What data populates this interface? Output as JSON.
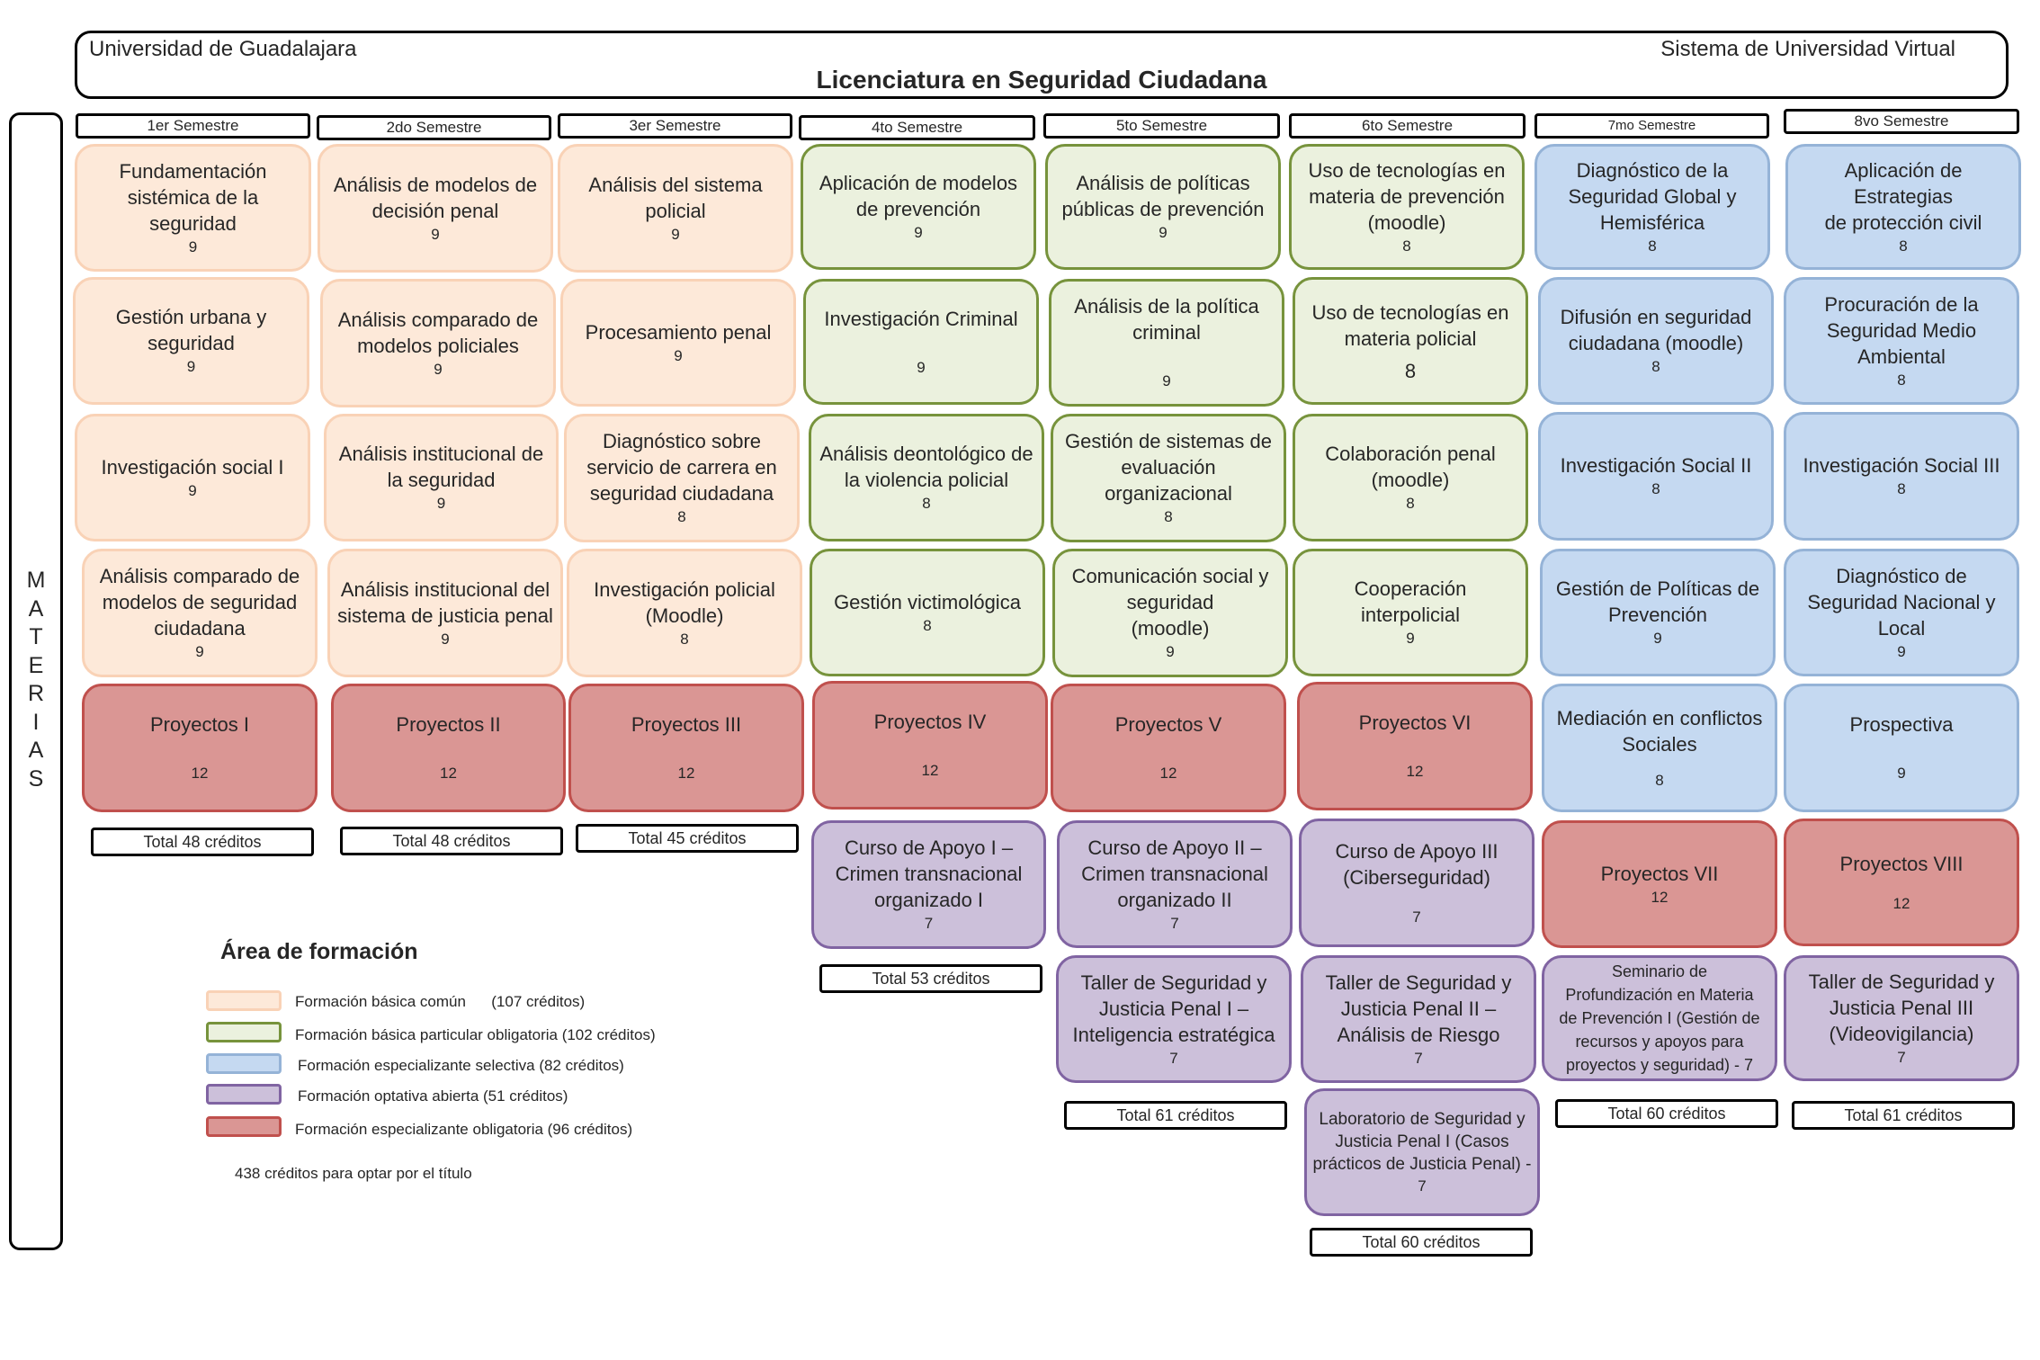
{
  "header": {
    "university": "Universidad de Guadalajara",
    "system": "Sistema de Universidad Virtual",
    "title": "Licenciatura en Seguridad Ciudadana"
  },
  "side_label": "M\nA\nT\nE\nR\nI\nA\nS",
  "colors": {
    "basica": "#fde9d9",
    "particular": "#ebf1de",
    "selectiva": "#c5d9f1",
    "optativa": "#ccc0da",
    "obligatoria": "#da9694"
  },
  "semesters": [
    "1er Semestre",
    "2do Semestre",
    "3er Semestre",
    "4to Semestre",
    "5to Semestre",
    "6to Semestre",
    "7mo Semestre",
    "8vo Semestre"
  ],
  "courses": [
    {
      "name": "Fundamentación\nsistémica de la\nseguridad",
      "credits": "9",
      "area": "basica"
    },
    {
      "name": "Gestión urbana y\nseguridad",
      "credits": "9",
      "area": "basica"
    },
    {
      "name": "Investigación social I",
      "credits": "9",
      "area": "basica"
    },
    {
      "name": "Análisis comparado de\nmodelos de seguridad\nciudadana",
      "credits": "9",
      "area": "basica"
    },
    {
      "name": "Proyectos  I",
      "credits": "12",
      "area": "obligatoria"
    },
    {
      "name": "Análisis de modelos de\ndecisión penal",
      "credits": "9",
      "area": "basica"
    },
    {
      "name": "Análisis comparado de\nmodelos policiales",
      "credits": "9",
      "area": "basica"
    },
    {
      "name": "Análisis institucional de\nla seguridad",
      "credits": "9",
      "area": "basica"
    },
    {
      "name": "Análisis institucional del\nsistema de justicia penal",
      "credits": "9",
      "area": "basica"
    },
    {
      "name": "Proyectos  II",
      "credits": "12",
      "area": "obligatoria"
    },
    {
      "name": "Análisis del sistema\npolicial",
      "credits": "9",
      "area": "basica"
    },
    {
      "name": "Procesamiento penal",
      "credits": "9",
      "area": "basica"
    },
    {
      "name": "Diagnóstico sobre\nservicio de carrera en\nseguridad ciudadana",
      "credits": "8",
      "area": "basica"
    },
    {
      "name": "Investigación policial\n(Moodle)",
      "credits": "8",
      "area": "basica"
    },
    {
      "name": "Proyectos  III",
      "credits": "12",
      "area": "obligatoria"
    },
    {
      "name": "Aplicación de modelos\nde prevención",
      "credits": "9",
      "area": "particular"
    },
    {
      "name": "Investigación Criminal",
      "credits": "9",
      "area": "particular"
    },
    {
      "name": "Análisis deontológico de\nla violencia policial",
      "credits": "8",
      "area": "particular"
    },
    {
      "name": "Gestión victimológica",
      "credits": "8",
      "area": "particular"
    },
    {
      "name": "Proyectos  IV",
      "credits": "12",
      "area": "obligatoria"
    },
    {
      "name": "Curso de Apoyo I –\nCrimen transnacional\norganizado I",
      "credits": "7",
      "area": "optativa"
    },
    {
      "name": "Análisis de políticas\npúblicas de prevención",
      "credits": "9",
      "area": "particular"
    },
    {
      "name": "Análisis de la política\ncriminal",
      "credits": "9",
      "area": "particular"
    },
    {
      "name": "Gestión de sistemas de\nevaluación\norganizacional",
      "credits": "8",
      "area": "particular"
    },
    {
      "name": "Comunicación social y\nseguridad\n(moodle)",
      "credits": "9",
      "area": "particular"
    },
    {
      "name": "Proyectos  V",
      "credits": "12",
      "area": "obligatoria"
    },
    {
      "name": "Curso de Apoyo II –\nCrimen transnacional\norganizado II",
      "credits": "7",
      "area": "optativa"
    },
    {
      "name": "Taller de Seguridad y\nJusticia Penal I –\nInteligencia estratégica",
      "credits": "7",
      "area": "optativa"
    },
    {
      "name": "Uso de tecnologías en\nmateria de prevención\n(moodle)",
      "credits": "8",
      "area": "particular"
    },
    {
      "name": "Uso de tecnologías en\nmateria policial",
      "credits": "8",
      "area": "particular"
    },
    {
      "name": "Colaboración penal\n(moodle)",
      "credits": "8",
      "area": "particular"
    },
    {
      "name": "Cooperación\ninterpolicial",
      "credits": "9",
      "area": "particular"
    },
    {
      "name": "Proyectos  VI",
      "credits": "12",
      "area": "obligatoria"
    },
    {
      "name": "Curso de Apoyo  III\n(Ciberseguridad)",
      "credits": "7",
      "area": "optativa"
    },
    {
      "name": "Taller de Seguridad y\nJusticia Penal II –\nAnálisis de Riesgo",
      "credits": "7",
      "area": "optativa"
    },
    {
      "name": "Laboratorio de Seguridad y\nJusticia Penal  I (Casos\nprácticos de Justicia Penal) -",
      "credits": "7",
      "area": "optativa"
    },
    {
      "name": "Diagnóstico de la\nSeguridad Global y\nHemisférica",
      "credits": "8",
      "area": "selectiva"
    },
    {
      "name": "Difusión en seguridad\nciudadana (moodle)",
      "credits": "8",
      "area": "selectiva"
    },
    {
      "name": "Investigación Social  II",
      "credits": "8",
      "area": "selectiva"
    },
    {
      "name": "Gestión de Políticas de\nPrevención",
      "credits": "9",
      "area": "selectiva"
    },
    {
      "name": "Mediación en conflictos\nSociales",
      "credits": "8",
      "area": "selectiva"
    },
    {
      "name": "Proyectos  VII",
      "credits": "12",
      "area": "obligatoria"
    },
    {
      "name": "Seminario de\nProfundización en Materia\nde Prevención I (Gestión de\nrecursos y apoyos para\nproyectos  y seguridad)  - 7",
      "credits": "",
      "area": "optativa"
    },
    {
      "name": "Aplicación de Estrategias\nde protección civil",
      "credits": "8",
      "area": "selectiva"
    },
    {
      "name": "Procuración de la\nSeguridad Medio\nAmbiental",
      "credits": "8",
      "area": "selectiva"
    },
    {
      "name": "Investigación  Social  III",
      "credits": "8",
      "area": "selectiva"
    },
    {
      "name": "Diagnóstico de\nSeguridad Nacional y\nLocal",
      "credits": "9",
      "area": "selectiva"
    },
    {
      "name": "Prospectiva",
      "credits": "9",
      "area": "selectiva"
    },
    {
      "name": "Proyectos  VIII",
      "credits": "12",
      "area": "obligatoria"
    },
    {
      "name": "Taller de Seguridad y\nJusticia Penal  III\n(Videovigilancia)",
      "credits": "7",
      "area": "optativa"
    }
  ],
  "totals": [
    "Total 48 créditos",
    "Total 48 créditos",
    "Total 45 créditos",
    "Total 53 créditos",
    "Total 61 créditos",
    "Total 60 créditos",
    "Total 60 créditos",
    "Total 61 créditos"
  ],
  "legend": {
    "title": "Área de formación",
    "items": [
      {
        "label": "Formación básica común      (107 créditos)",
        "area": "basica"
      },
      {
        "label": "Formación básica particular obligatoria (102 créditos)",
        "area": "particular"
      },
      {
        "label": "Formación especializante selectiva (82 créditos)",
        "area": "selectiva"
      },
      {
        "label": "Formación optativa abierta (51 créditos)",
        "area": "optativa"
      },
      {
        "label": "Formación especializante obligatoria (96 créditos)",
        "area": "obligatoria"
      }
    ],
    "note": "438 créditos para optar por el título"
  }
}
